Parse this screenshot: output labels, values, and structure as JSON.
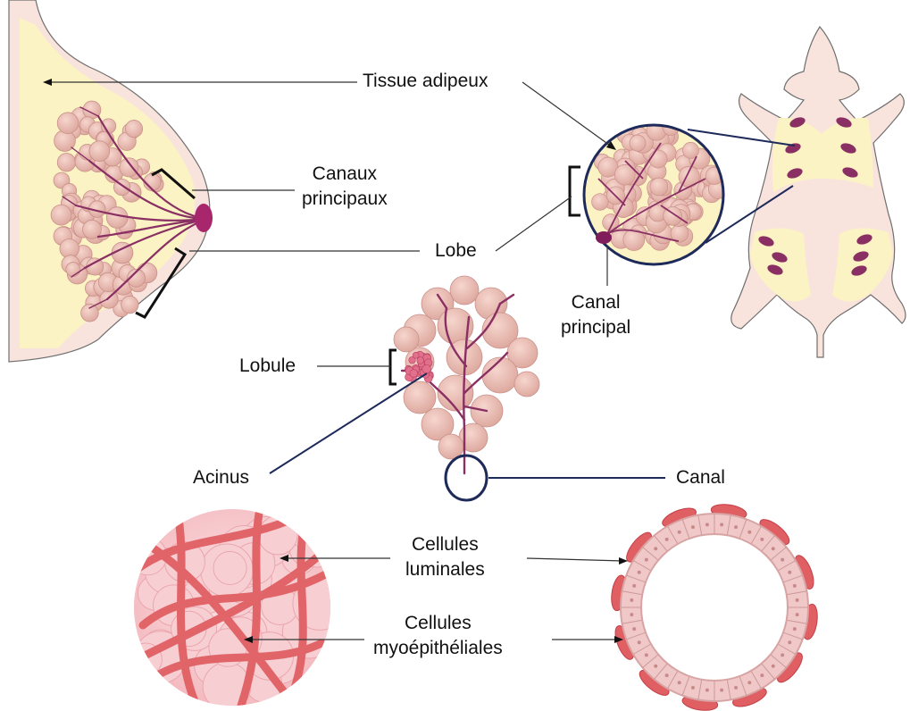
{
  "labels": {
    "tissue_adipeux": "Tissue adipeux",
    "canaux_principaux": [
      "Canaux",
      "principaux"
    ],
    "lobe": "Lobe",
    "canal_principal": [
      "Canal",
      "principal"
    ],
    "lobule": "Lobule",
    "acinus": "Acinus",
    "canal": "Canal",
    "cellules_luminales": [
      "Cellules",
      "luminales"
    ],
    "cellules_myoepitheliales": [
      "Cellules",
      "myoépithéliales"
    ]
  },
  "colors": {
    "skin": "#f9e3dd",
    "fat": "#fbf3c3",
    "acinus_fill": "#e9b7ae",
    "acinus_stroke": "#c9918a",
    "duct": "#8a2f63",
    "nipple": "#a8266b",
    "nipple_mark": "#7f1e5a",
    "outline": "#1d2a5a",
    "lobule_pink": "#e2708d",
    "muscle_red": "#e05f63",
    "lumen_pink": "#f3c3c6",
    "ring_cell": "#f0c8c8"
  }
}
